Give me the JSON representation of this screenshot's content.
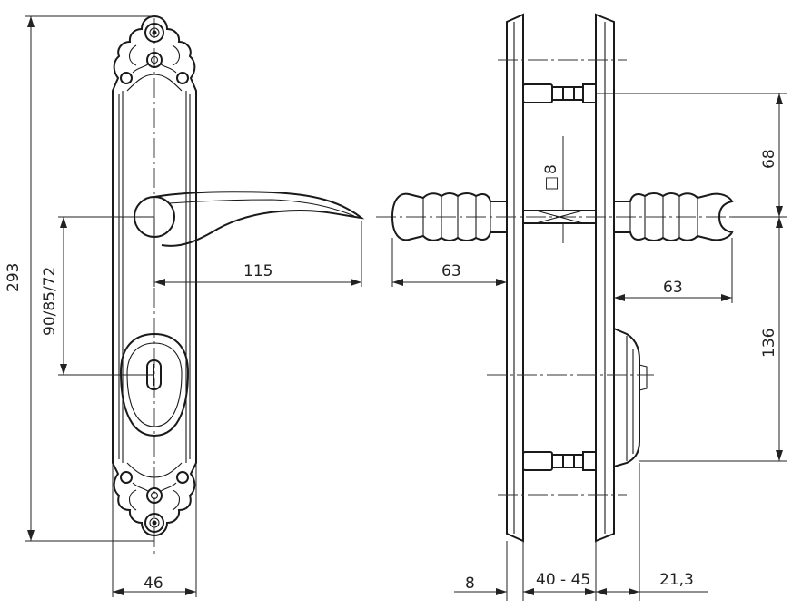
{
  "dimensions": {
    "total_height": "293",
    "handle_to_keyhole": "90/85/72",
    "handle_length": "115",
    "plate_width": "46",
    "knob_length_left": "63",
    "knob_length_right": "63",
    "square_spindle": "8",
    "top_offset": "68",
    "bottom_offset": "136",
    "plate_thickness": "8",
    "door_thickness": "40 - 45",
    "cylinder_protrusion": "21,3"
  },
  "spindle_symbol": "□"
}
